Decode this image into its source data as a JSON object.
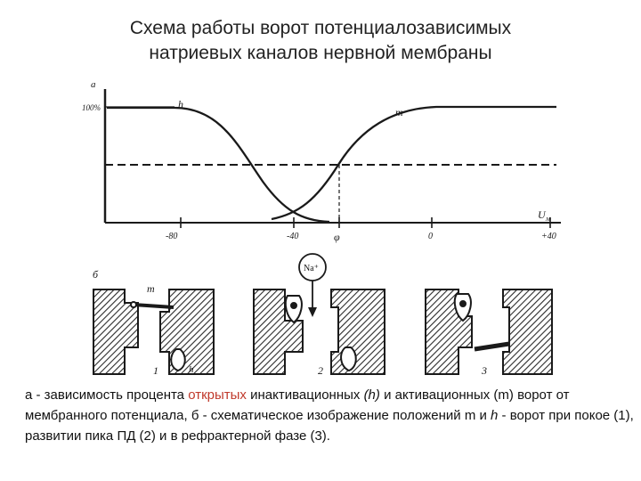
{
  "title": {
    "line1": "Схема работы ворот потенциалозависимых",
    "line2": "натриевых каналов нервной мембраны"
  },
  "graph": {
    "panel_label": "а",
    "y_label": "100%",
    "curve_h_label": "h",
    "curve_m_label": "m",
    "x_axis_label": "U",
    "x_axis_label_sub": "м",
    "ticks": [
      "-80",
      "-40",
      "φ",
      "0",
      "+40"
    ]
  },
  "schematic": {
    "panel_label": "б",
    "ion_label": "Na⁺",
    "gate_m_label": "m",
    "gate_h_label": "h",
    "state_labels": [
      "1",
      "2",
      "3"
    ]
  },
  "caption": {
    "part1": "а - зависимость процента ",
    "highlight": "открытых",
    "part2": " инактивационных ",
    "h": "(h)",
    "part3": " и активационных (m) ворот от мембранного потенциала, б - схематическое изображение положений m и ",
    "h2": "h",
    "part4": " - ворот при покое (1), развитии пика ПД (2) и в рефрактерной фазе (3)."
  },
  "colors": {
    "ink": "#1a1a1a",
    "hatch": "#2a2a2a",
    "highlight": "#c0392b"
  }
}
